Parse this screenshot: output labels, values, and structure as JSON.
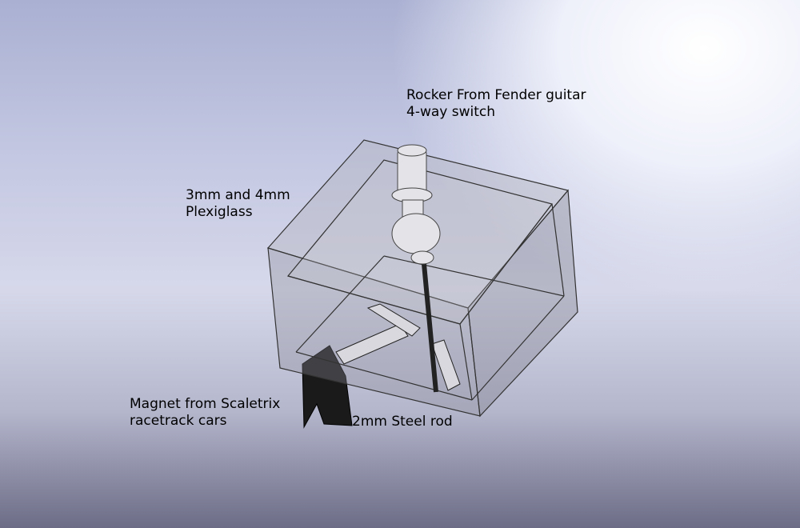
{
  "labels": {
    "rocker": {
      "line1": "Rocker From Fender guitar",
      "line2": "4-way switch"
    },
    "plexiglass": {
      "line1": "3mm and 4mm",
      "line2": "Plexiglass"
    },
    "magnet": {
      "line1": "Magnet from Scaletrix",
      "line2": "racetrack cars"
    },
    "rod": {
      "line1": "2mm Steel rod"
    }
  }
}
